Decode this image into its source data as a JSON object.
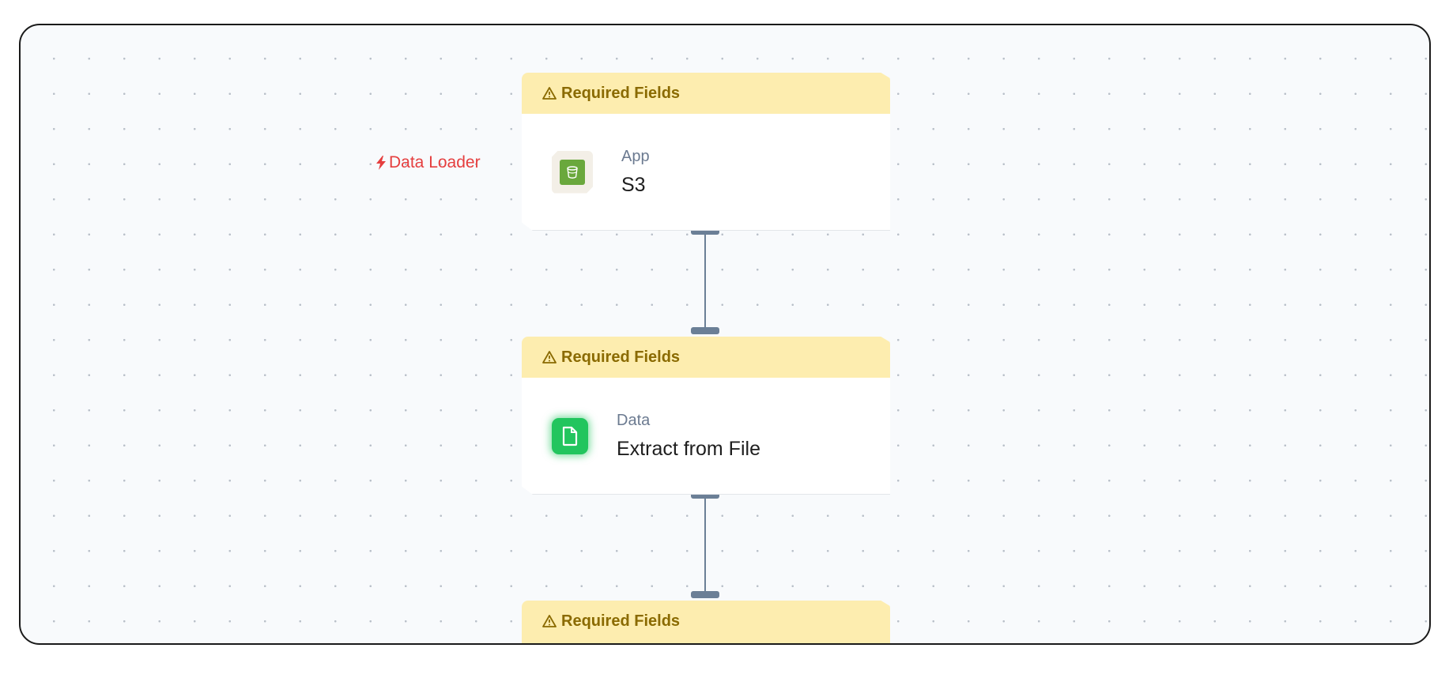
{
  "trigger": {
    "label": "Data Loader",
    "color": "#e53e3e",
    "icon": "lightning-bolt-icon"
  },
  "nodes": [
    {
      "header": "Required Fields",
      "kind": "App",
      "name": "S3",
      "icon": "s3-bucket-icon"
    },
    {
      "header": "Required Fields",
      "kind": "Data",
      "name": "Extract from File",
      "icon": "file-icon"
    },
    {
      "header": "Required Fields"
    }
  ],
  "colors": {
    "warning_bg": "#fdedaf",
    "warning_text": "#8a6a00",
    "connector": "#6b7f96",
    "canvas_bg": "#f8fafc"
  }
}
